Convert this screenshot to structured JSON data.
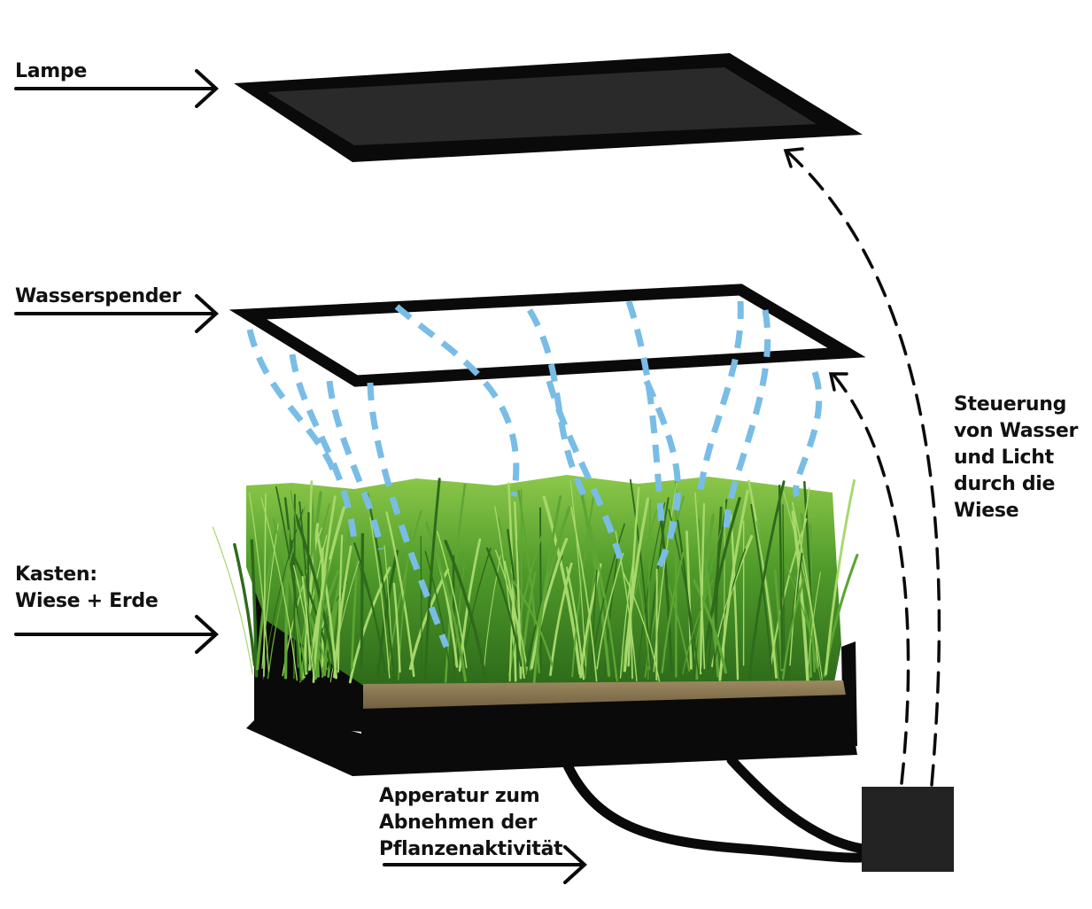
{
  "labels": {
    "lampe": "Lampe",
    "wasserspender": "Wasserspender",
    "kasten": [
      "Kasten:",
      "Wiese + Erde"
    ],
    "steuerung": [
      "Steuerung",
      "von Wasser",
      "und Licht",
      "durch die",
      "Wiese"
    ],
    "apparatur": [
      "Apperatur zum",
      "Abnehmen der",
      "Pflanzenaktivität"
    ]
  },
  "colors": {
    "outline": "#0a0a0a",
    "lamp_fill": "#262626",
    "light_rays": "#f4e22a",
    "water_drops": "#79bde6",
    "grass_dark": "#2f6e1c",
    "grass_light": "#7cc043",
    "soil": "#8b7550",
    "control_box": "#222222"
  }
}
